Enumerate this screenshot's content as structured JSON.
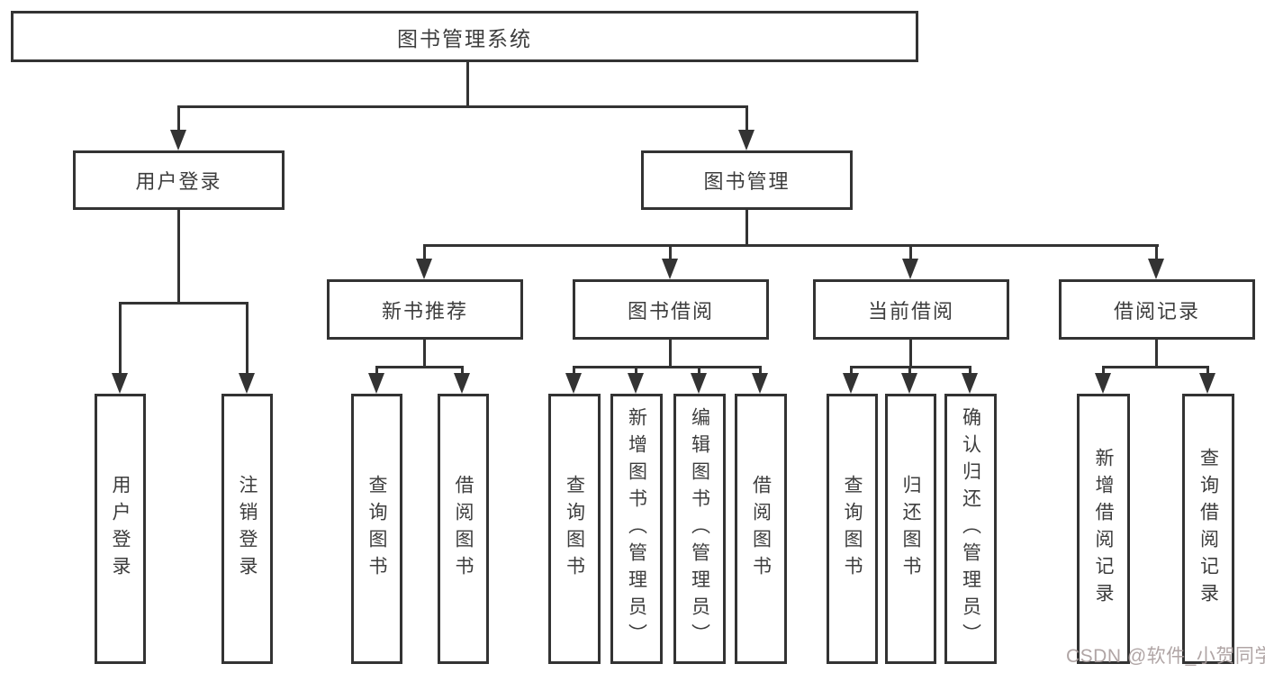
{
  "diagram": {
    "type": "hierarchy-flowchart",
    "colors": {
      "line": "#333333",
      "box_border": "#333333",
      "text": "#3d3d3d",
      "background": "#ffffff",
      "watermark": "#a89c9c"
    },
    "tree": {
      "label": "图书管理系统",
      "children": [
        {
          "label": "用户登录",
          "children": [
            {
              "label": "用户登录"
            },
            {
              "label": "注销登录"
            }
          ]
        },
        {
          "label": "图书管理",
          "children": [
            {
              "label": "新书推荐",
              "children": [
                {
                  "label": "查询图书"
                },
                {
                  "label": "借阅图书"
                }
              ]
            },
            {
              "label": "图书借阅",
              "children": [
                {
                  "label": "查询图书"
                },
                {
                  "label": "新增图书（管理员）"
                },
                {
                  "label": "编辑图书（管理员）"
                },
                {
                  "label": "借阅图书"
                }
              ]
            },
            {
              "label": "当前借阅",
              "children": [
                {
                  "label": "查询图书"
                },
                {
                  "label": "归还图书"
                },
                {
                  "label": "确认归还（管理员）"
                }
              ]
            },
            {
              "label": "借阅记录",
              "children": [
                {
                  "label": "新增借阅记录"
                },
                {
                  "label": "查询借阅记录"
                }
              ]
            }
          ]
        }
      ]
    }
  },
  "watermark": {
    "text": "CSDN @软件_小贺同学"
  }
}
